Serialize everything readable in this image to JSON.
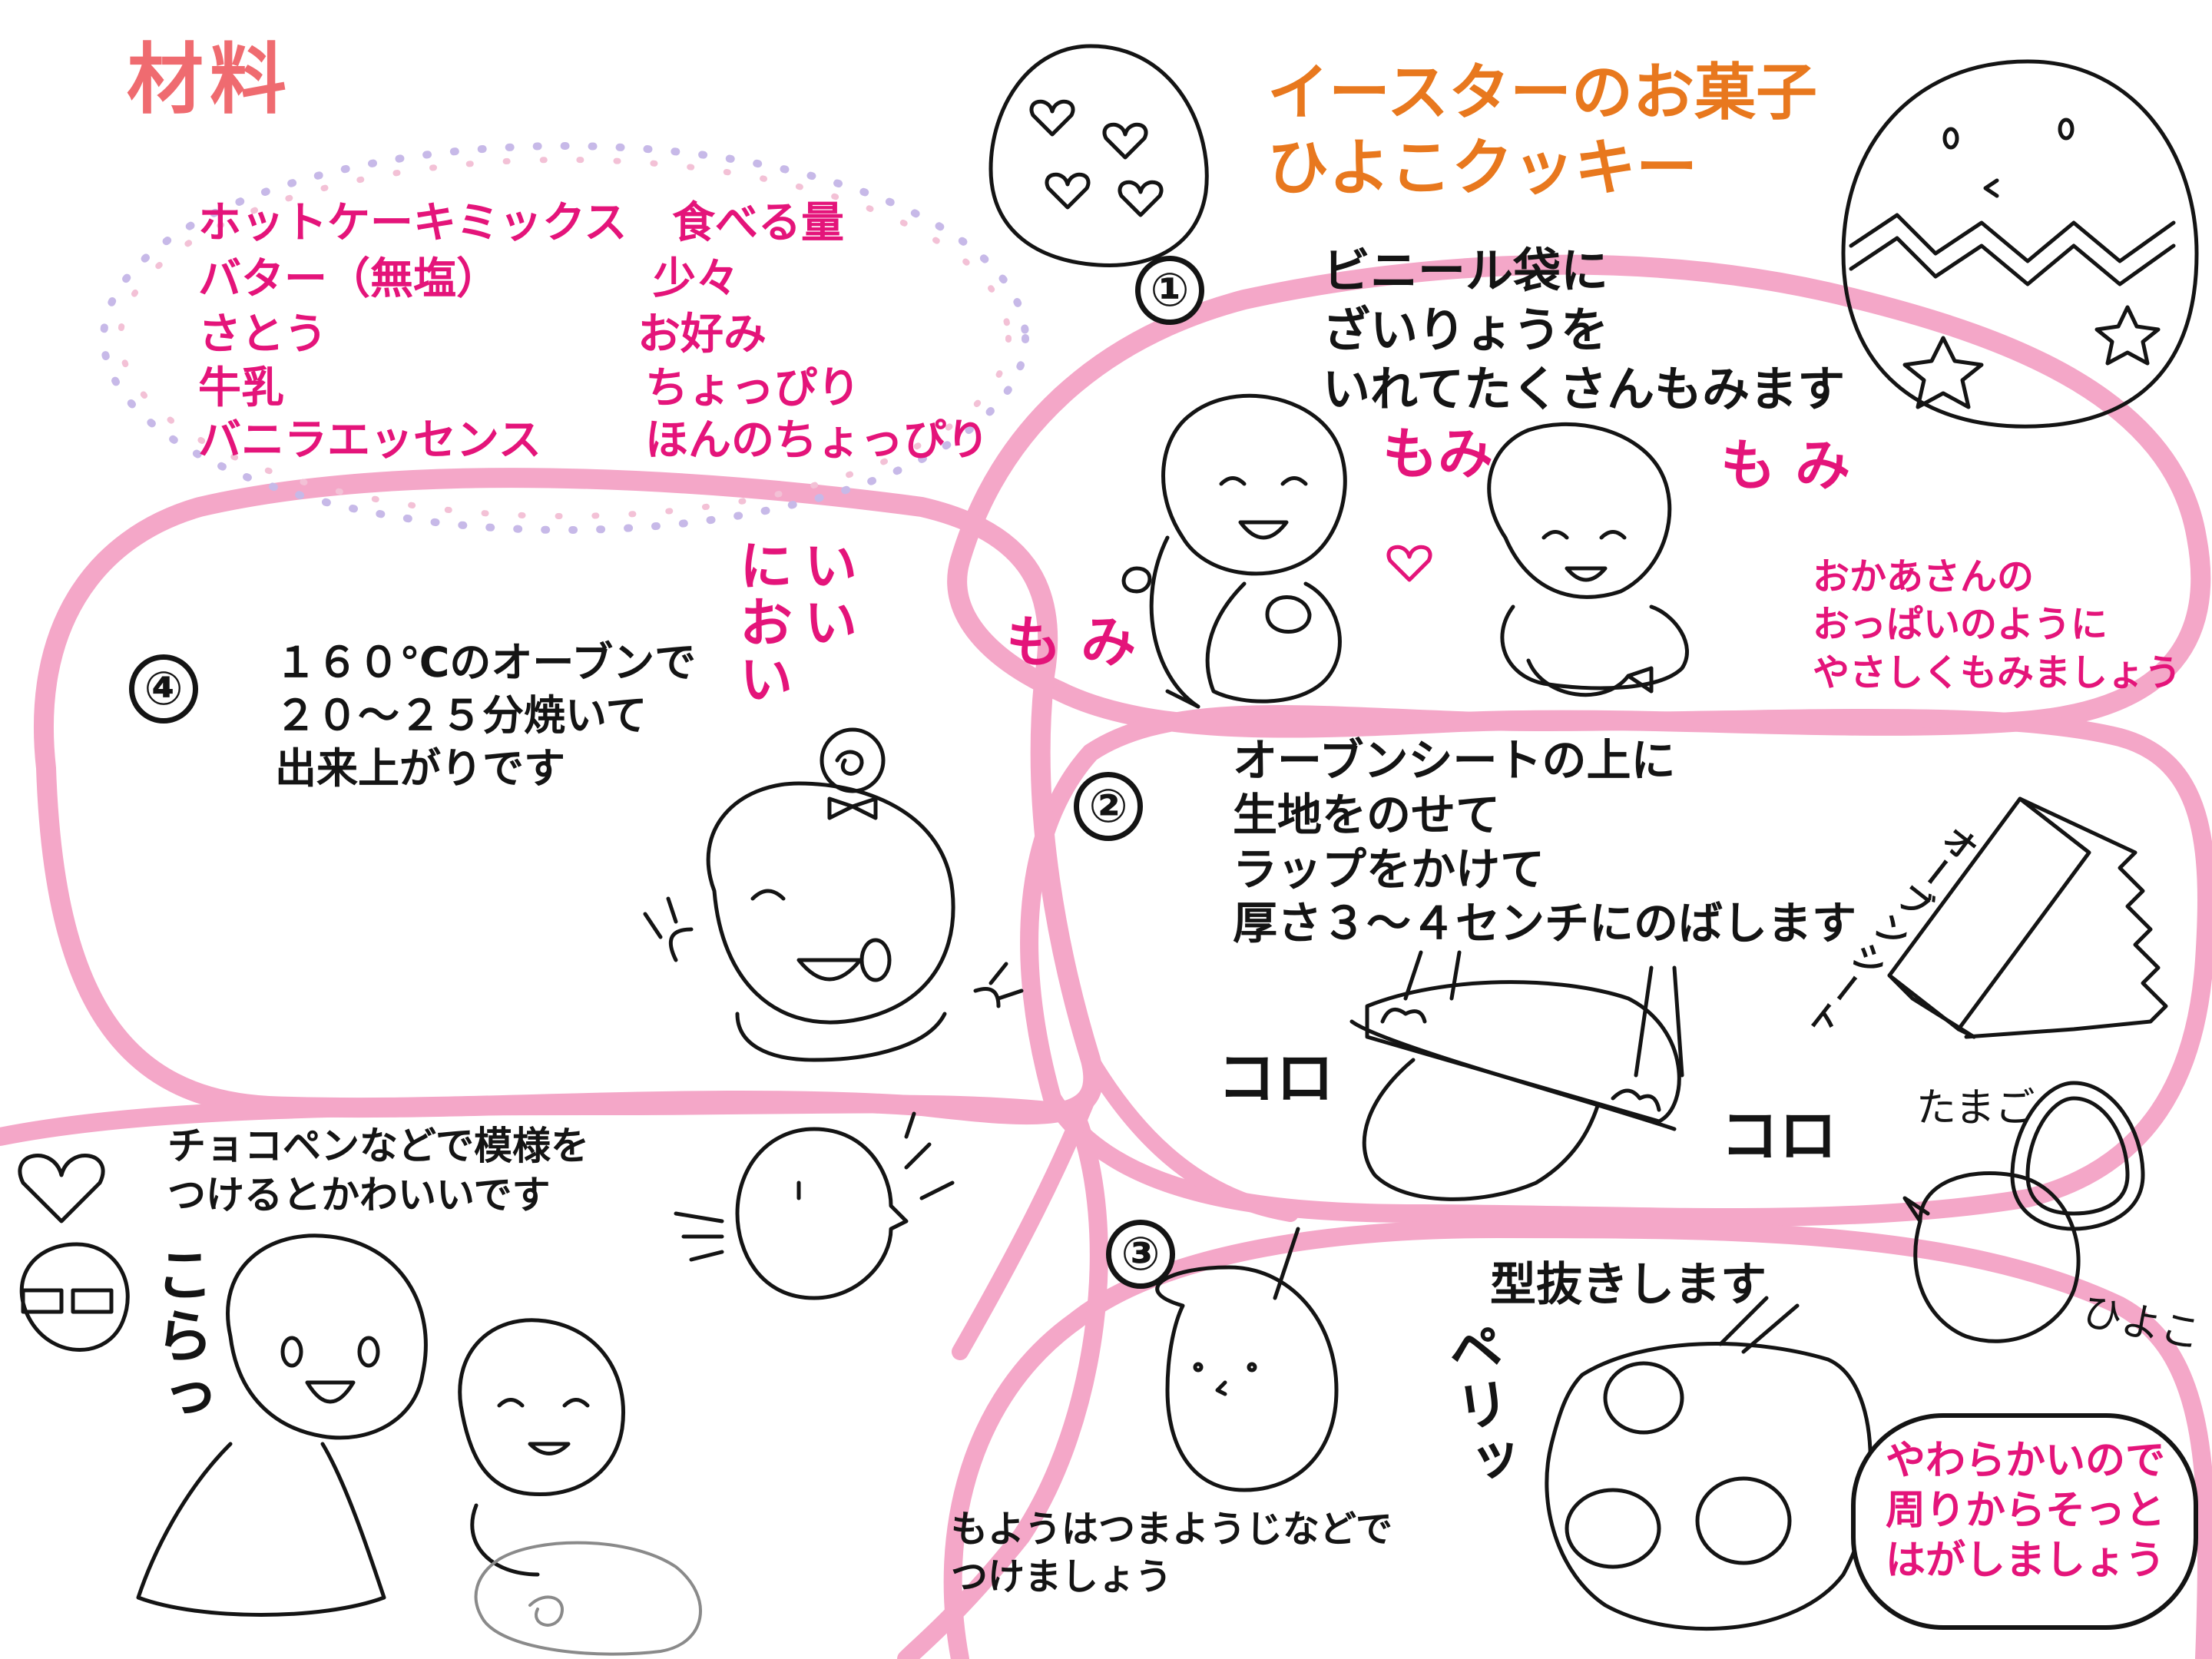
{
  "colors": {
    "pink": "#e4147a",
    "ink": "#141414",
    "orange": "#e8781e",
    "salmon": "#ef6b70",
    "blob": "#f4a7c8"
  },
  "ingredients": {
    "heading": "材料",
    "items": [
      {
        "name": "ホットケーキミックス",
        "amount": "食べる量"
      },
      {
        "name": "バター（無塩）",
        "amount": "少々"
      },
      {
        "name": "さとう",
        "amount": "お好み"
      },
      {
        "name": "牛乳",
        "amount": "ちょっぴり"
      },
      {
        "name": "バニラエッセンス",
        "amount": "ほんのちょっぴり"
      }
    ]
  },
  "title": {
    "line1": "イースターのお菓子",
    "line2": "ひよこクッキー"
  },
  "steps": {
    "step1": {
      "number": "①",
      "text": "ビニール袋に\nざいりょうを\nいれてたくさんもみます",
      "sfx1": "もみ",
      "sfx2": "も み",
      "sfx3": "も み",
      "note": "おかあさんの\nおっぱいのように\nやさしくもみましょう"
    },
    "step2": {
      "number": "②",
      "text": "オーブンシートの上に\n生地をのせて\nラップをかけて\n厚さ３〜４センチにのばします",
      "sfx1": "コロ",
      "sfx2": "コロ",
      "sheet_label": "オーブンシート"
    },
    "step3": {
      "number": "③",
      "cut_label": "型抜きします",
      "sfx": "ペリッ",
      "egg_label": "たまご",
      "chick_label": "ひよこ",
      "pattern_note": "もようはつまようじなどで\nつけましょう",
      "soft_note": "やわらかいので\n周りからそっと\nはがしましょう"
    },
    "step4": {
      "number": "④",
      "text": "１６０℃のオーブンで\n２０〜２５分焼いて\n出来上がりです",
      "smell": "いい\nにおい"
    }
  },
  "decorate": {
    "text": "チョコペンなどで模様を\nつけるとかわいいです",
    "sfx": "こらっ"
  }
}
